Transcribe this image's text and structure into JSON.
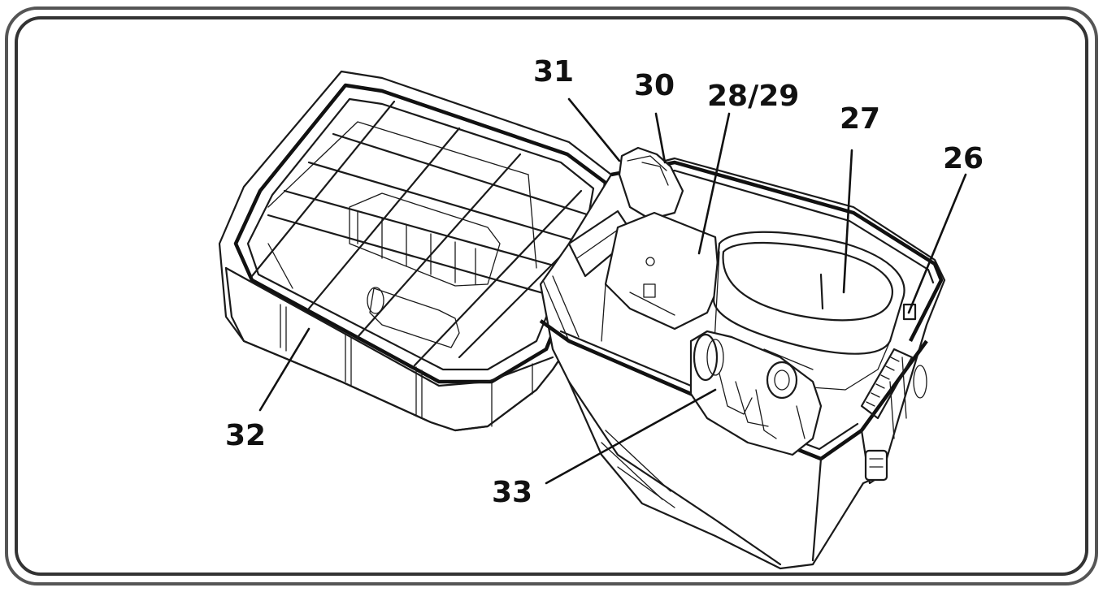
{
  "figure": {
    "callouts": [
      {
        "id": "31",
        "label": "31"
      },
      {
        "id": "30",
        "label": "30"
      },
      {
        "id": "28-29",
        "label": "28/29"
      },
      {
        "id": "27",
        "label": "27"
      },
      {
        "id": "26",
        "label": "26"
      },
      {
        "id": "32",
        "label": "32"
      },
      {
        "id": "33",
        "label": "33"
      }
    ],
    "colors": {
      "line": "#1a1a1a",
      "frame": "#444444",
      "background": "#ffffff"
    }
  }
}
